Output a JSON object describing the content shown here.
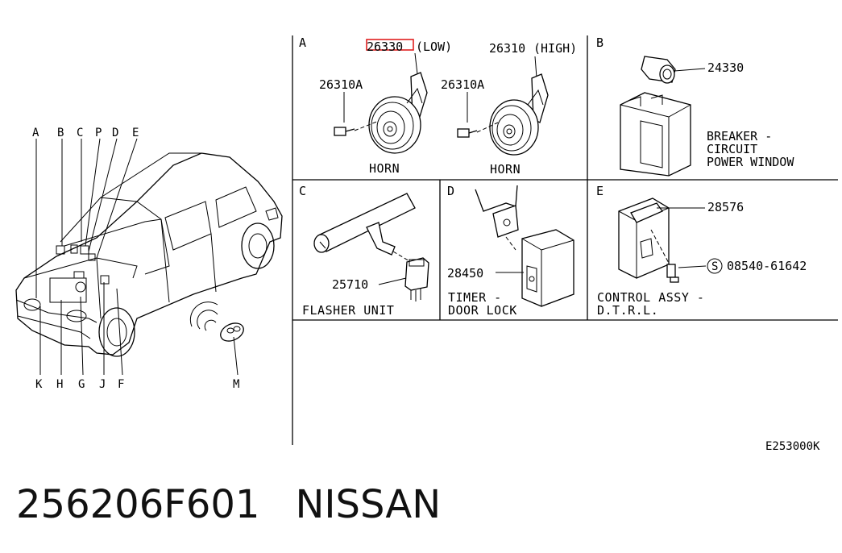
{
  "diagram": {
    "code": "E253000K",
    "highlight_color": "#e02020",
    "car_callouts_top": [
      "A",
      "B",
      "C",
      "P",
      "D",
      "E"
    ],
    "car_callouts_bottom": [
      "K",
      "H",
      "G",
      "J",
      "F"
    ],
    "remote_callout": "M",
    "sections": {
      "A": {
        "letter": "A",
        "low_part": "26330",
        "low_suffix": "(LOW)",
        "high_part": "26310",
        "high_suffix": "(HIGH)",
        "bolt_left": "26310A",
        "bolt_right": "26310A",
        "caption_left": "HORN",
        "caption_right": "HORN"
      },
      "B": {
        "letter": "B",
        "part": "24330",
        "caption_1": "BREAKER -",
        "caption_2": "CIRCUIT",
        "caption_3": "POWER WINDOW"
      },
      "C": {
        "letter": "C",
        "part": "25710",
        "caption": "FLASHER UNIT"
      },
      "D": {
        "letter": "D",
        "part": "28450",
        "caption_1": "TIMER -",
        "caption_2": "DOOR LOCK"
      },
      "E": {
        "letter": "E",
        "part": "28576",
        "screw_symbol": "S",
        "screw_part": "08540-61642",
        "caption_1": "CONTROL ASSY -",
        "caption_2": "D.T.R.L."
      }
    }
  },
  "footer": {
    "part_number": "256206F601",
    "brand": "NISSAN"
  }
}
